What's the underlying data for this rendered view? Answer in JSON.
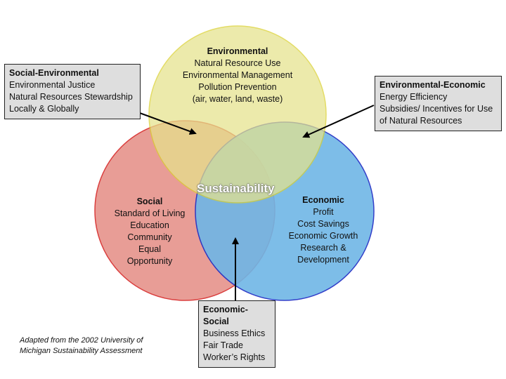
{
  "colors": {
    "environmental_fill": "#e6e38c",
    "environmental_stroke": "#d9cf2a",
    "social_fill": "#e6938b",
    "social_stroke": "#d62a2a",
    "economic_fill": "#6fb6e6",
    "economic_stroke": "#1d2bc4",
    "callout_bg": "#dedede"
  },
  "center": "Sustainability",
  "circles": {
    "environmental": {
      "title": "Environmental",
      "lines": [
        "Natural Resource Use",
        "Environmental Management",
        "Pollution Prevention",
        "(air, water, land, waste)"
      ]
    },
    "social": {
      "title": "Social",
      "lines": [
        "Standard of Living",
        "Education",
        "Community",
        "Equal",
        "Opportunity"
      ]
    },
    "economic": {
      "title": "Economic",
      "lines": [
        "Profit",
        "Cost Savings",
        "Economic Growth",
        "Research &",
        "Development"
      ]
    }
  },
  "callouts": {
    "social_environmental": {
      "title": "Social-Environmental",
      "lines": [
        "Environmental Justice",
        "Natural Resources Stewardship",
        "Locally & Globally"
      ]
    },
    "environmental_economic": {
      "title": "Environmental-Economic",
      "lines": [
        "Energy Efficiency",
        "Subsidies/ Incentives for Use",
        "of Natural Resources"
      ]
    },
    "economic_social": {
      "title": "Economic-Social",
      "lines": [
        "Business Ethics",
        "Fair Trade",
        "Worker’s Rights"
      ]
    }
  },
  "credit": [
    "Adapted from the 2002 University of",
    "Michigan Sustainability Assessment"
  ]
}
